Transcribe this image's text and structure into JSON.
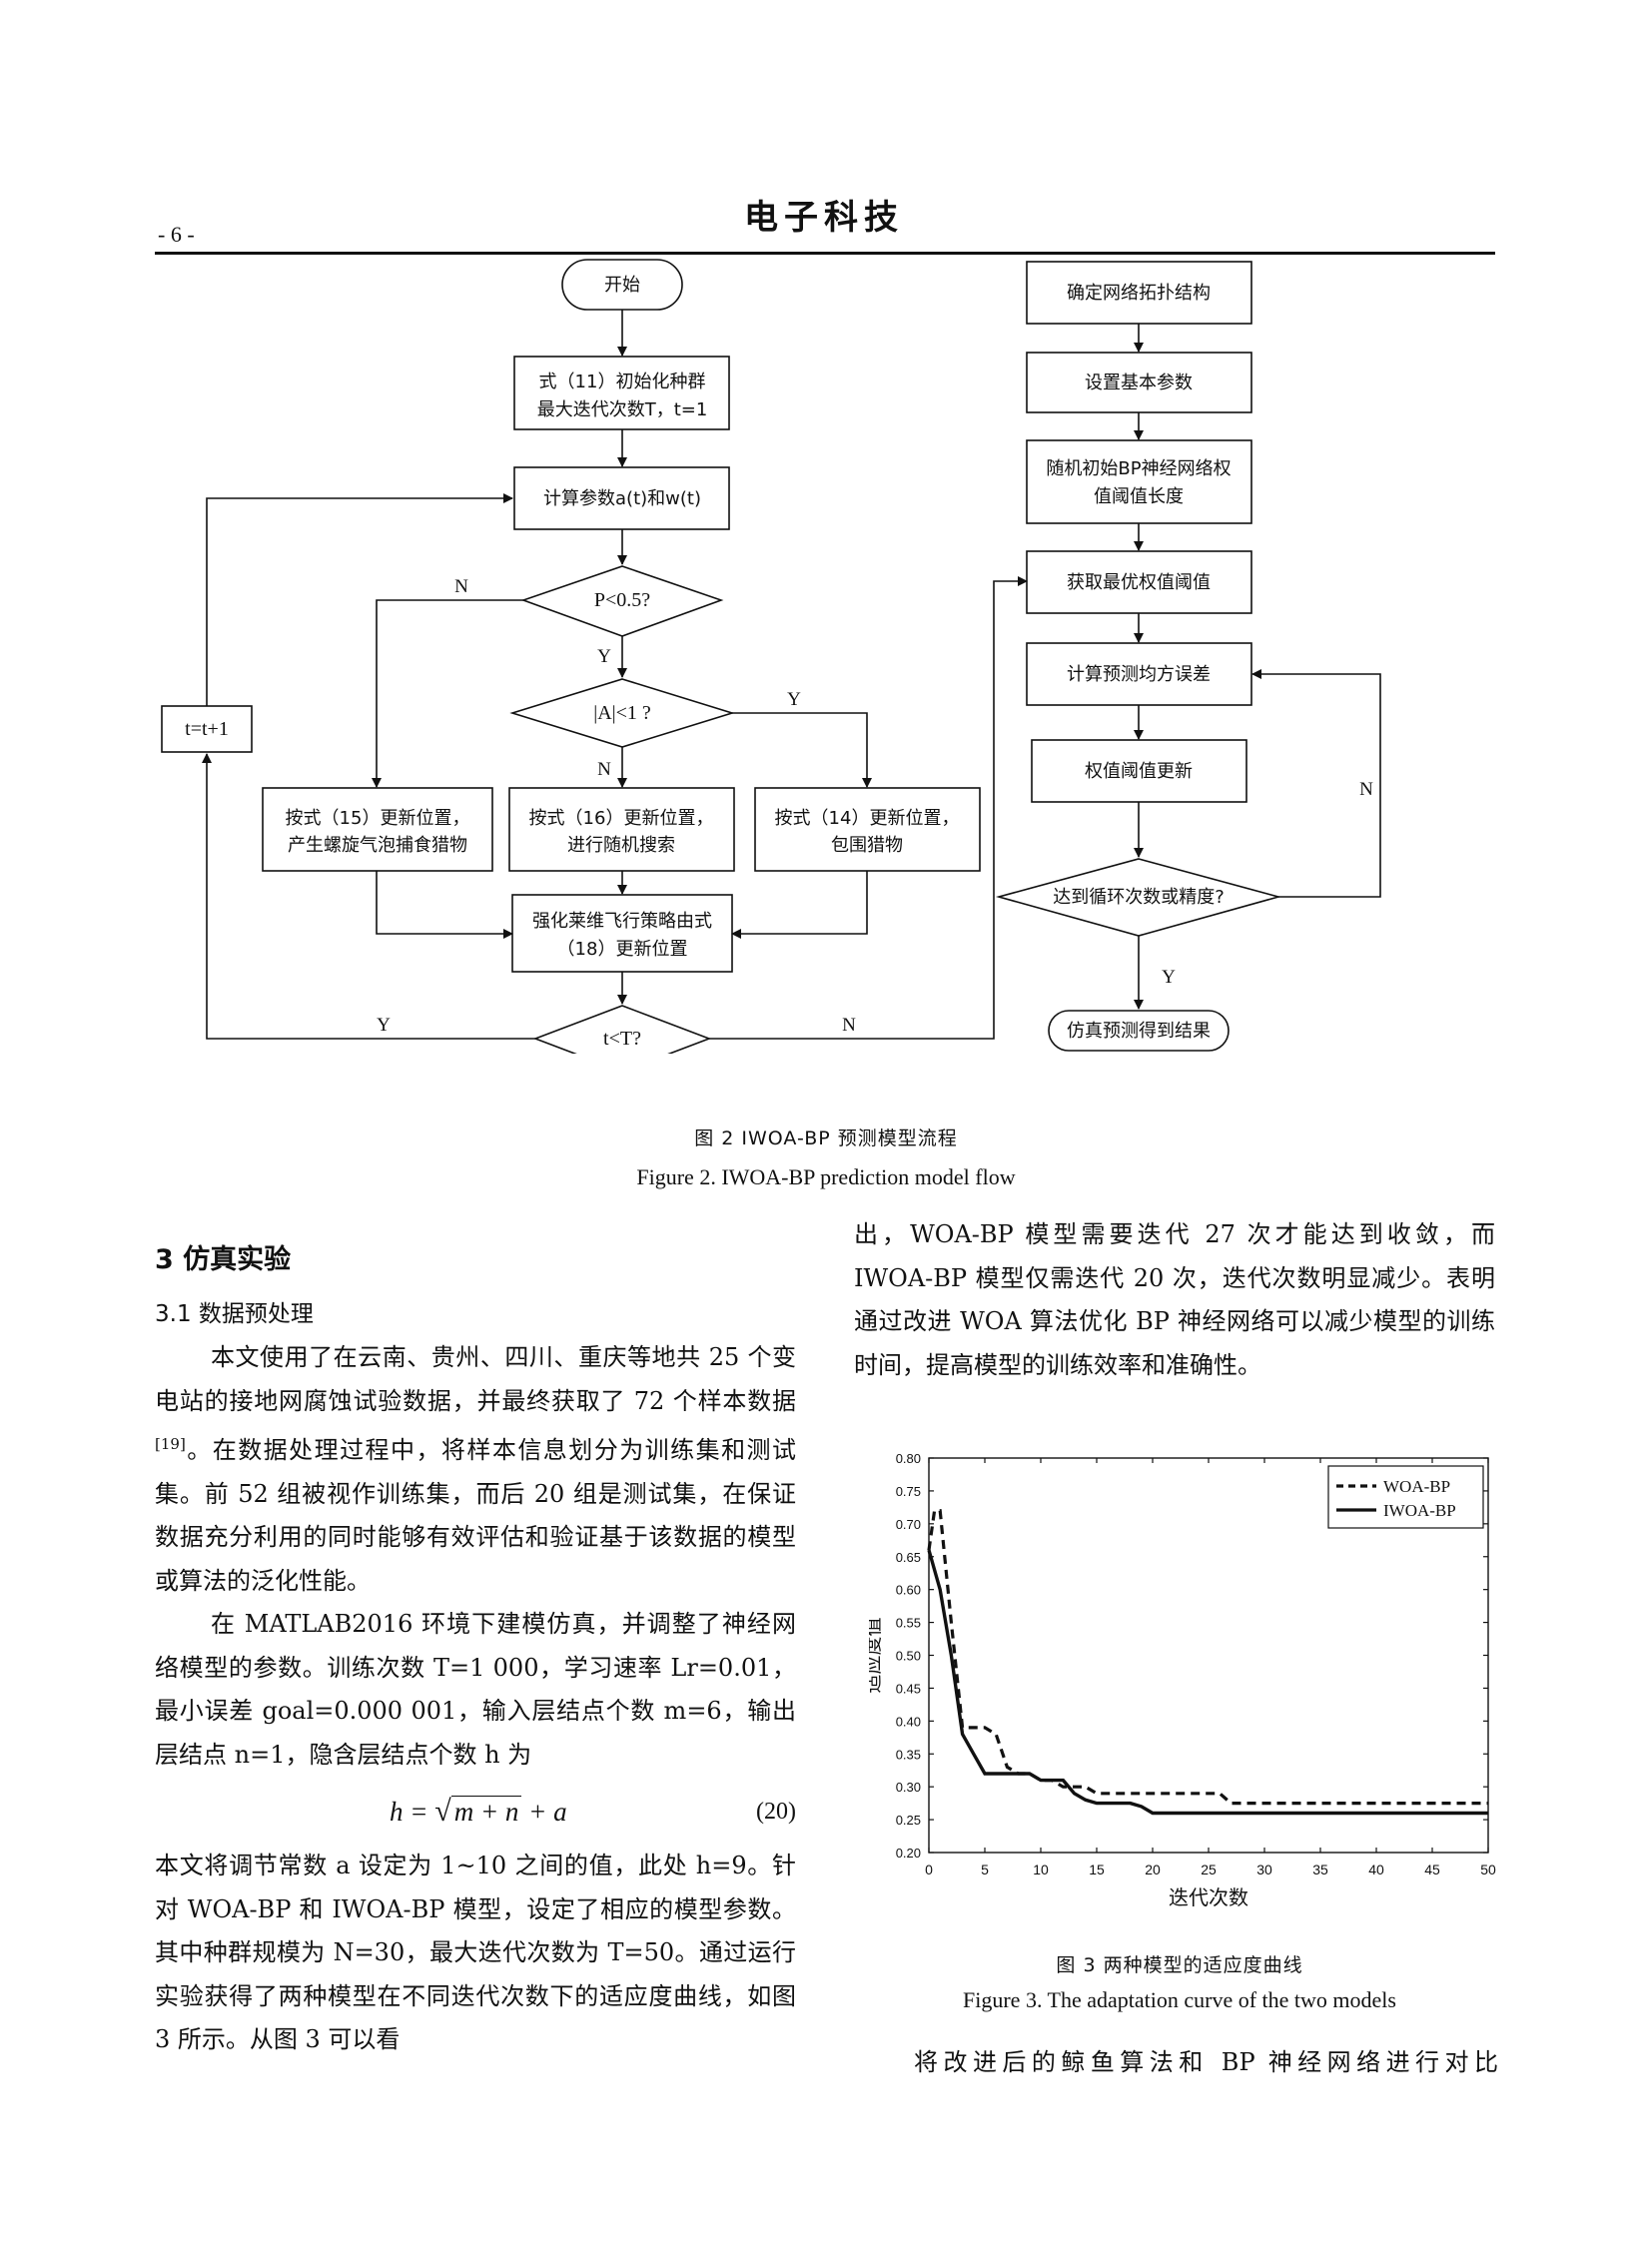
{
  "header": {
    "page_number": "- 6 -",
    "journal": "电子科技"
  },
  "figure2": {
    "nodes": {
      "start": "开始",
      "init1": "式（11）初始化种群",
      "init2": "最大迭代次数T，t=1",
      "calc": "计算参数a(t)和w(t)",
      "p_cond": "P<0.5?",
      "a_cond": "|A|<1 ?",
      "upd15_1": "按式（15）更新位置，",
      "upd15_2": "产生螺旋气泡捕食猎物",
      "upd16_1": "按式（16）更新位置，",
      "upd16_2": "进行随机搜索",
      "upd14_1": "按式（14）更新位置，",
      "upd14_2": "包围猎物",
      "levy1": "强化莱维飞行策略由式",
      "levy2": "（18）更新位置",
      "t_cond": "t<T?",
      "t_inc": "t=t+1",
      "topo": "确定网络拓扑结构",
      "params": "设置基本参数",
      "rand1": "随机初始BP神经网络权",
      "rand2": "值阈值长度",
      "best": "获取最优权值阈值",
      "mse": "计算预测均方误差",
      "wupd": "权值阈值更新",
      "reach": "达到循环次数或精度?",
      "result": "仿真预测得到结果",
      "yes": "Y",
      "no": "N"
    },
    "caption_cn": "图  2 IWOA-BP 预测模型流程",
    "caption_en": "Figure 2. IWOA-BP prediction model flow"
  },
  "section": {
    "title": "3  仿真实验",
    "subsection": "3.1      数据预处理",
    "p1": "本文使用了在云南、贵州、四川、重庆等地共 25 个变电站的接地网腐蚀试验数据，并最终获取了 72 个样本数据",
    "p1_ref": "[19]",
    "p1b": "。在数据处理过程中，将样本信息划分为训练集和测试集。前 52 组被视作训练集，而后 20 组是测试集，在保证数据充分利用的同时能够有效评估和验证基于该数据的模型或算法的泛化性能。",
    "p2": "在 MATLAB2016 环境下建模仿真，并调整了神经网络模型的参数。训练次数 T=1 000，学习速率 Lr=0.01，最小误差 goal=0.000 001，输入层结点个数 m=6，输出层结点 n=1，隐含层结点个数 h 为",
    "formula_lhs": "h = ",
    "formula_rad": "m + n",
    "formula_tail": " + a",
    "formula_no": "(20)",
    "p3": "本文将调节常数 a 设定为 1~10 之间的值，此处 h=9。针对 WOA-BP 和 IWOA-BP 模型，设定了相应的模型参数。其中种群规模为 N=30，最大迭代次数为 T=50。通过运行实验获得了两种模型在不同迭代次数下的适应度曲线，如图 3 所示。从图 3 可以看",
    "right_p1": "出，WOA-BP 模型需要迭代 27 次才能达到收敛，而 IWOA-BP 模型仅需迭代 20 次，迭代次数明显减少。表明通过改进 WOA 算法优化 BP 神经网络可以减少模型的训练时间，提高模型的训练效率和准确性。",
    "last_line": "将改进后的鲸鱼算法和 BP 神经网络进行对比"
  },
  "chart_data": {
    "type": "line",
    "xlabel": "迭代次数",
    "ylabel": "适应度值",
    "xlim": [
      0,
      50
    ],
    "ylim": [
      0.2,
      0.8
    ],
    "xticks": [
      "0",
      "5",
      "10",
      "15",
      "20",
      "25",
      "30",
      "35",
      "40",
      "45",
      "50"
    ],
    "yticks": [
      "0.20",
      "0.25",
      "0.30",
      "0.35",
      "0.40",
      "0.45",
      "0.50",
      "0.55",
      "0.60",
      "0.65",
      "0.70",
      "0.75",
      "0.80"
    ],
    "legend_position": "top-right",
    "series": [
      {
        "name": "WOA-BP",
        "style": "dashed",
        "x": [
          0,
          0.5,
          1,
          2,
          3,
          4,
          5,
          6,
          7,
          8,
          9,
          10,
          11,
          12,
          13,
          14,
          15,
          20,
          25,
          26,
          27,
          30,
          40,
          50
        ],
        "y": [
          0.66,
          0.72,
          0.72,
          0.55,
          0.39,
          0.39,
          0.39,
          0.38,
          0.33,
          0.32,
          0.32,
          0.31,
          0.31,
          0.3,
          0.3,
          0.3,
          0.29,
          0.29,
          0.29,
          0.29,
          0.275,
          0.275,
          0.275,
          0.275
        ]
      },
      {
        "name": "IWOA-BP",
        "style": "solid",
        "x": [
          0,
          1,
          2,
          3,
          4,
          5,
          6,
          7,
          8,
          9,
          10,
          11,
          12,
          13,
          14,
          15,
          16,
          17,
          18,
          19,
          20,
          25,
          30,
          40,
          50
        ],
        "y": [
          0.66,
          0.6,
          0.5,
          0.38,
          0.35,
          0.32,
          0.32,
          0.32,
          0.32,
          0.32,
          0.31,
          0.31,
          0.31,
          0.29,
          0.28,
          0.275,
          0.275,
          0.275,
          0.275,
          0.27,
          0.26,
          0.26,
          0.26,
          0.26,
          0.26
        ]
      }
    ]
  },
  "figure3": {
    "caption_cn": "图  3  两种模型的适应度曲线",
    "caption_en": "Figure 3. The adaptation curve of the two models"
  }
}
